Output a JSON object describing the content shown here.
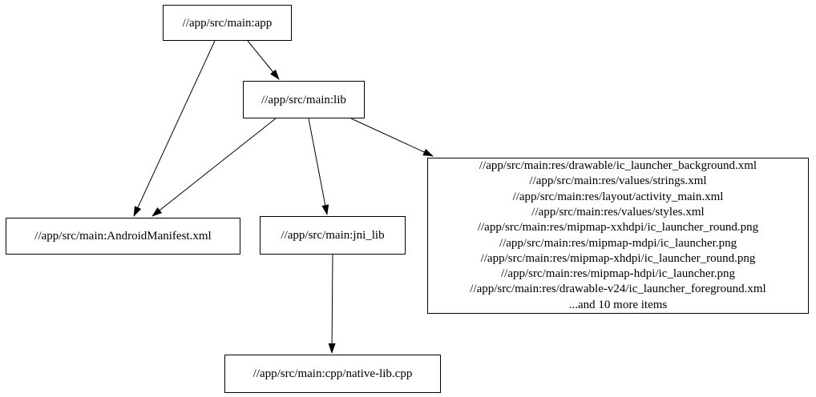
{
  "graph": {
    "type": "directed-dependency-graph",
    "background_color": "#ffffff",
    "node_border_color": "#000000",
    "edge_color": "#000000",
    "text_color": "#000000",
    "nodes": {
      "app": {
        "label": "//app/src/main:app"
      },
      "lib": {
        "label": "//app/src/main:lib"
      },
      "android_manifest": {
        "label": "//app/src/main:AndroidManifest.xml"
      },
      "jni_lib": {
        "label": "//app/src/main:jni_lib"
      },
      "native_lib_cpp": {
        "label": "//app/src/main:cpp/native-lib.cpp"
      },
      "res_group": {
        "lines": [
          "//app/src/main:res/drawable/ic_launcher_background.xml",
          "//app/src/main:res/values/strings.xml",
          "//app/src/main:res/layout/activity_main.xml",
          "//app/src/main:res/values/styles.xml",
          "//app/src/main:res/mipmap-xxhdpi/ic_launcher_round.png",
          "//app/src/main:res/mipmap-mdpi/ic_launcher.png",
          "//app/src/main:res/mipmap-xhdpi/ic_launcher_round.png",
          "//app/src/main:res/mipmap-hdpi/ic_launcher.png",
          "//app/src/main:res/drawable-v24/ic_launcher_foreground.xml",
          "...and 10 more items"
        ]
      }
    },
    "edges": [
      {
        "from": "app",
        "to": "lib"
      },
      {
        "from": "app",
        "to": "android_manifest"
      },
      {
        "from": "lib",
        "to": "android_manifest"
      },
      {
        "from": "lib",
        "to": "jni_lib"
      },
      {
        "from": "lib",
        "to": "res_group"
      },
      {
        "from": "jni_lib",
        "to": "native_lib_cpp"
      }
    ]
  }
}
